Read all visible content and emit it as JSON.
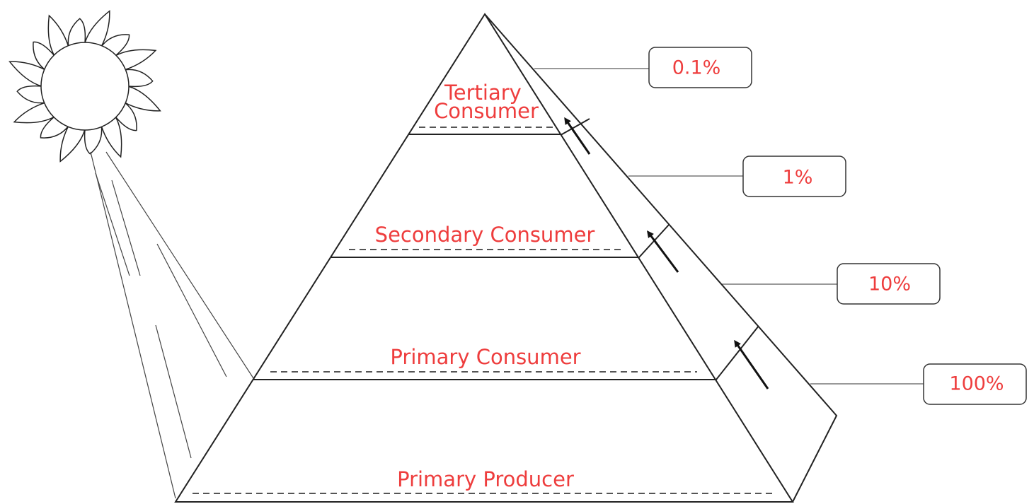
{
  "colors": {
    "label_text": "#ee3d3d",
    "line": "#222222"
  },
  "icons": [
    "sun-icon",
    "energy-arrow-icon"
  ],
  "pyramid": {
    "levels": [
      {
        "key": "tertiary",
        "lines": [
          "Tertiary",
          "Consumer"
        ]
      },
      {
        "key": "secondary",
        "lines": [
          "Secondary Consumer"
        ]
      },
      {
        "key": "primary_consumer",
        "lines": [
          "Primary Consumer"
        ]
      },
      {
        "key": "producer",
        "lines": [
          "Primary Producer"
        ]
      }
    ]
  },
  "energy_labels": [
    "0.1%",
    "1%",
    "10%",
    "100%"
  ]
}
